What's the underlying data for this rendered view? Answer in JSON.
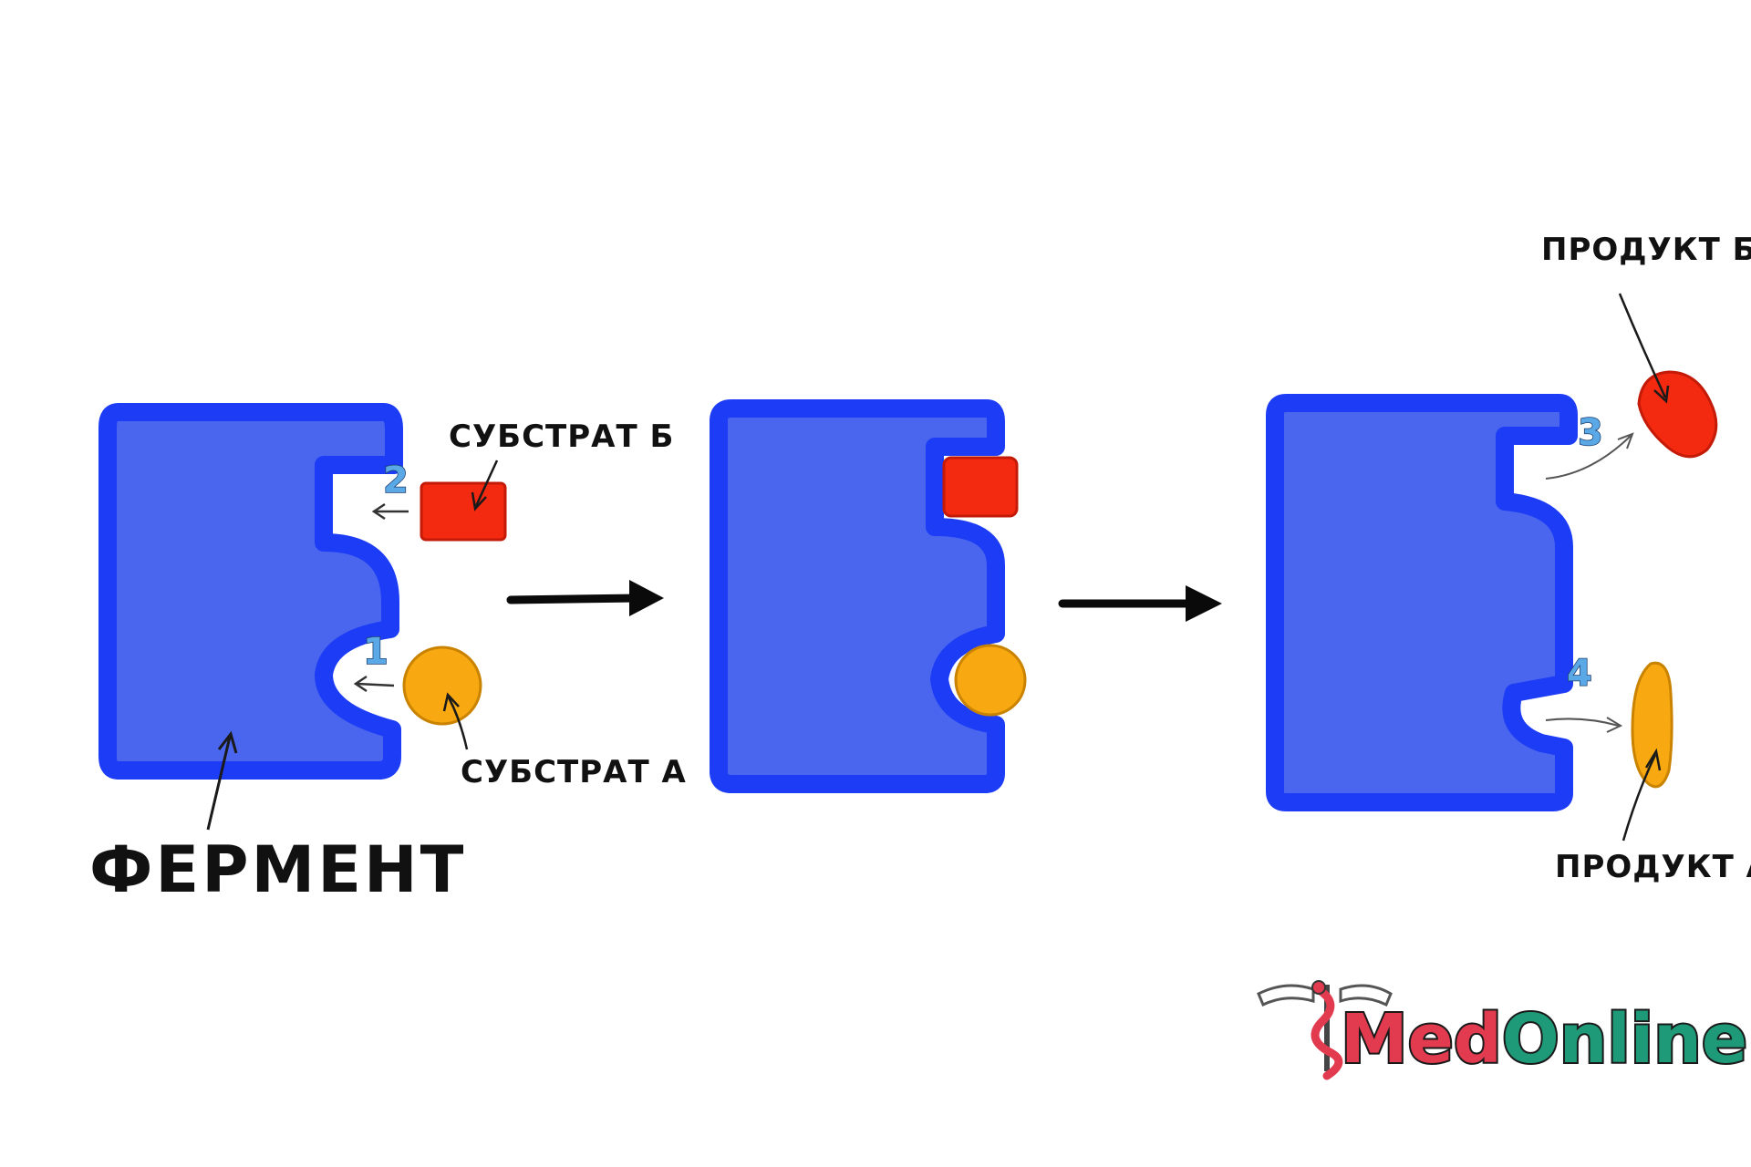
{
  "colors": {
    "enzyme_fill": "#4a66ee",
    "enzyme_border": "#1c3cf5",
    "substrate_b": "#f32a10",
    "substrate_a": "#f8a810",
    "number": "#5aa9e6",
    "logo_med": "#e23a4e",
    "logo_online": "#1f9a78"
  },
  "labels": {
    "enzyme": "ФЕРМЕНТ",
    "substrate_b": "СУБСТРАТ Б",
    "substrate_a": "СУБСТРАТ А",
    "product_b": "ПРОДУКТ Б",
    "product_a": "ПРОДУКТ А"
  },
  "steps": [
    "1",
    "2",
    "3",
    "4"
  ],
  "logo": {
    "part1": "Med",
    "part2": "Online"
  },
  "icons": [
    "arrow-right-icon",
    "caduceus-icon"
  ]
}
